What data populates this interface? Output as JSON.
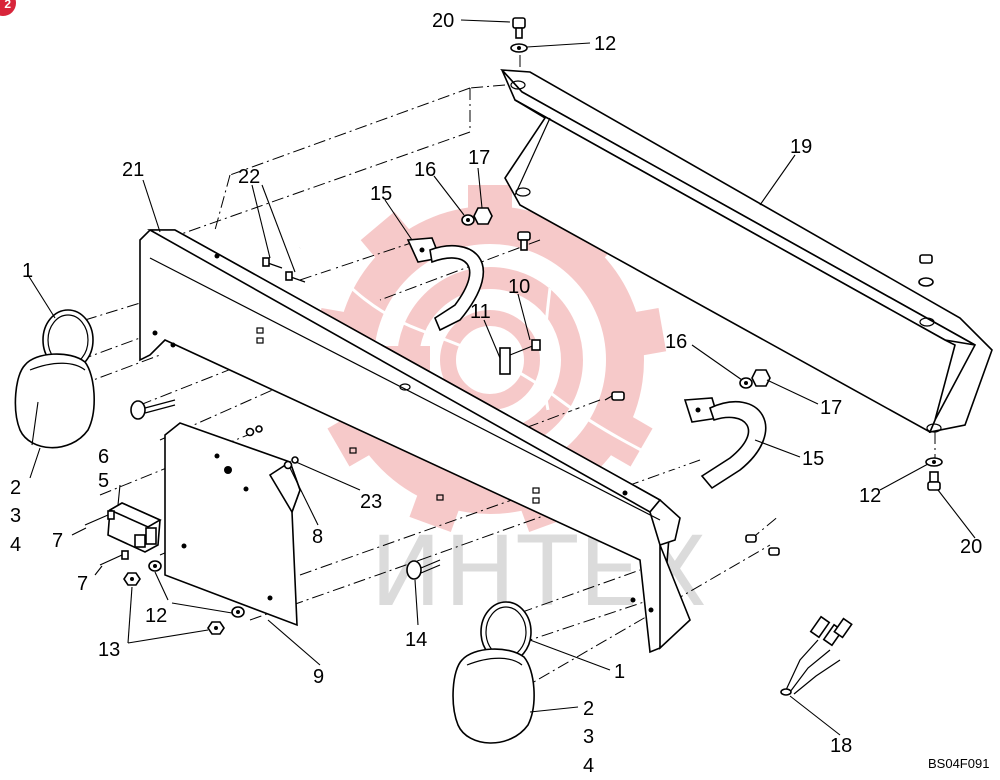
{
  "page_badge": "2",
  "drawing_code": "BS04F091",
  "watermark": {
    "text": "ИНТЕХ",
    "gear_color": "#f4b8b8",
    "text_color": "#cfcfcf"
  },
  "callouts": {
    "c1_top": "1",
    "c2_top": "2",
    "c3_top": "3",
    "c4_top": "4",
    "c5": "5",
    "c6": "6",
    "c7_a": "7",
    "c7_b": "7",
    "c8": "8",
    "c9": "9",
    "c10": "10",
    "c11": "11",
    "c12_top": "12",
    "c12_right": "12",
    "c12_left": "12",
    "c13": "13",
    "c14": "14",
    "c15_left": "15",
    "c15_right": "15",
    "c16_left": "16",
    "c16_right": "16",
    "c17_left": "17",
    "c17_right": "17",
    "c18": "18",
    "c19": "19",
    "c20_top": "20",
    "c20_right": "20",
    "c21": "21",
    "c22": "22",
    "c23": "23",
    "c1_bottom": "1",
    "c2_bottom": "2",
    "c3_bottom": "3",
    "c4_bottom": "4"
  }
}
